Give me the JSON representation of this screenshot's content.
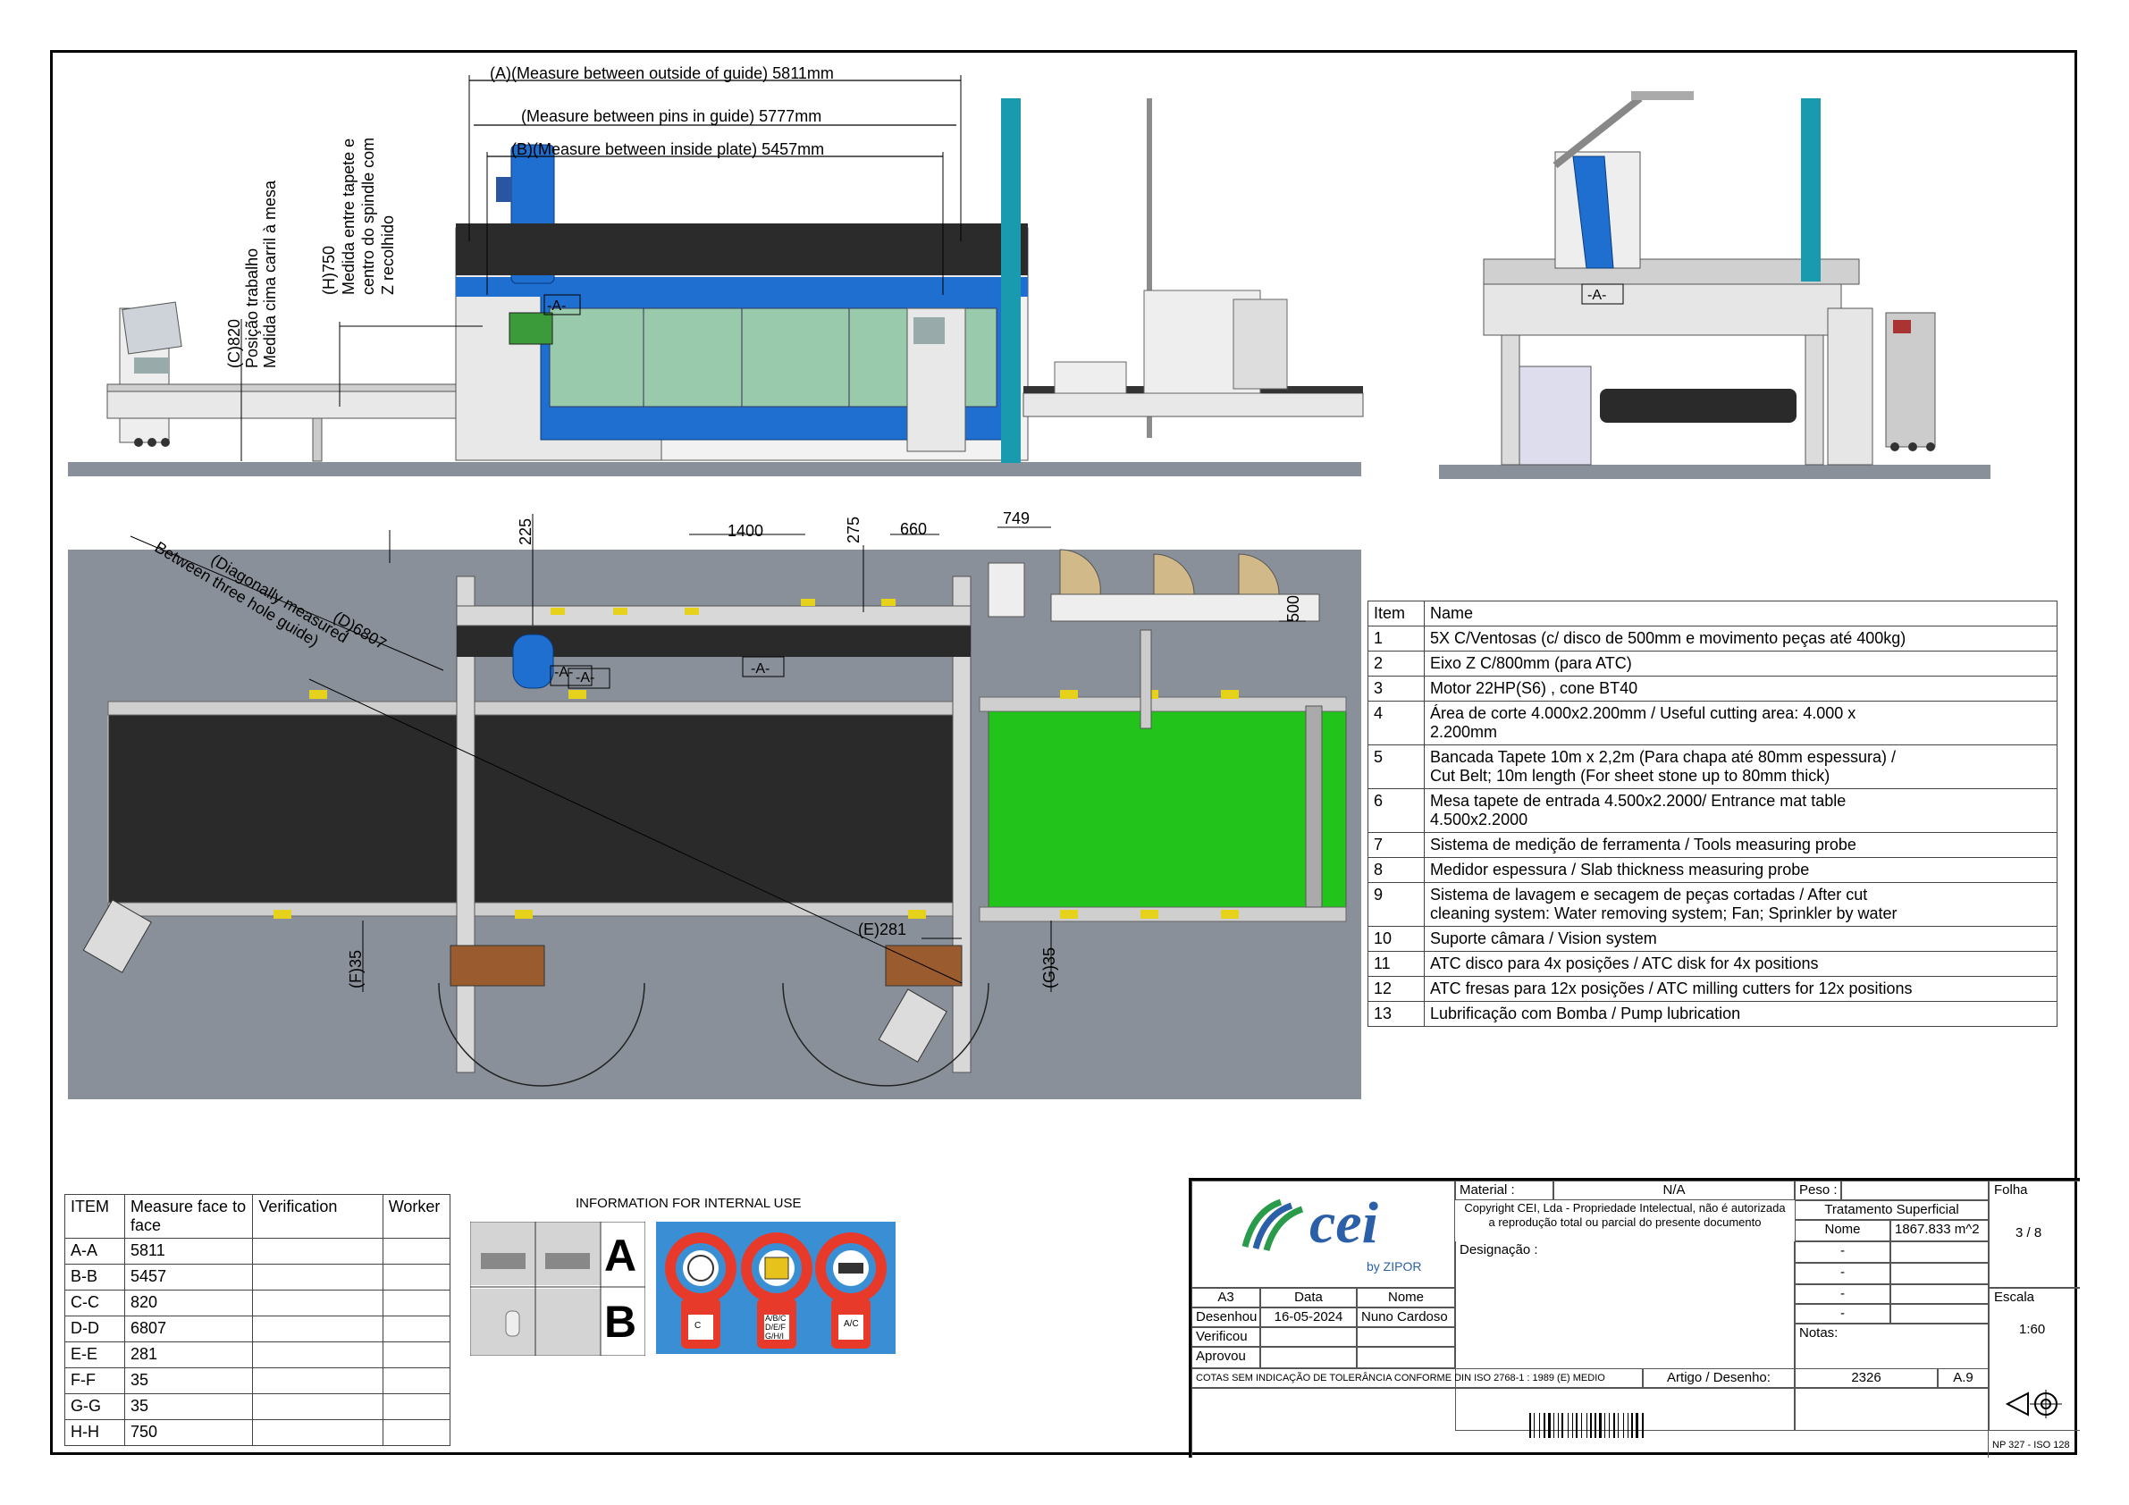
{
  "dimensions": {
    "a_outside_guide": "(A)(Measure between outside of guide) 5811mm",
    "pins_in_guide": "(Measure between pins in guide) 5777mm",
    "b_inside_plate": "(B)(Measure between inside plate) 5457mm",
    "c_820": "(C)820",
    "c_label1": "Posição trabalho",
    "c_label2": "Medida cima carril à mesa",
    "h_750": "(H)750",
    "h_label1": "Medida entre tapete e",
    "h_label2": "centro do spindle com",
    "h_label3": "Z recolhido",
    "d_label1": "(Diagonally measured",
    "d_label2": "Between three hole guide)",
    "d_6807": "(D)6807",
    "e_281": "(E)281",
    "f_35": "(F)35",
    "g_35": "(G)35",
    "v225": "225",
    "v1400": "1400",
    "v275": "275",
    "v660": "660",
    "v749": "749",
    "v500": "500",
    "marker": "-A-"
  },
  "parts_table": {
    "headers": [
      "Item",
      "Name"
    ],
    "rows": [
      {
        "item": "1",
        "name": "5X C/Ventosas (c/ disco de 500mm e movimento peças até 400kg)"
      },
      {
        "item": "2",
        "name": "Eixo Z  C/800mm (para ATC)"
      },
      {
        "item": "3",
        "name": "Motor 22HP(S6) , cone BT40"
      },
      {
        "item": "4",
        "name": "Área de corte 4.000x2.200mm / Useful cutting area: 4.000 x 2.200mm"
      },
      {
        "item": "5",
        "name": "Bancada Tapete 10m x 2,2m (Para chapa até 80mm espessura)  / Cut Belt; 10m length (For sheet stone up to 80mm thick)"
      },
      {
        "item": "6",
        "name": "Mesa tapete de entrada 4.500x2.2000/ Entrance mat table 4.500x2.2000"
      },
      {
        "item": "7",
        "name": "Sistema de medição de ferramenta / Tools measuring probe"
      },
      {
        "item": "8",
        "name": "Medidor espessura / Slab thickness measuring probe"
      },
      {
        "item": "9",
        "name": "Sistema de lavagem e secagem de peças cortadas / After cut cleaning system: Water removing system; Fan; Sprinkler by water"
      },
      {
        "item": "10",
        "name": "Suporte câmara / Vision system"
      },
      {
        "item": "11",
        "name": "ATC disco para 4x posições /  ATC disk for 4x positions"
      },
      {
        "item": "12",
        "name": "ATC fresas para 12x posições /  ATC milling cutters for 12x positions"
      },
      {
        "item": "13",
        "name": "Lubrificação com Bomba / Pump lubrication"
      }
    ]
  },
  "verification_table": {
    "headers": [
      "ITEM",
      "Measure face to face",
      "Verification",
      "Worker"
    ],
    "rows": [
      {
        "item": "A-A",
        "measure": "5811"
      },
      {
        "item": "B-B",
        "measure": "5457"
      },
      {
        "item": "C-C",
        "measure": "820"
      },
      {
        "item": "D-D",
        "measure": "6807"
      },
      {
        "item": "E-E",
        "measure": "281"
      },
      {
        "item": "F-F",
        "measure": "35"
      },
      {
        "item": "G-G",
        "measure": "35"
      },
      {
        "item": "H-H",
        "measure": "750"
      }
    ]
  },
  "internal_use": {
    "title": "INFORMATION FOR INTERNAL USE",
    "letter_a": "A",
    "letter_b": "B",
    "tool1": "C",
    "tool2": "A/B/C D/E/F G/H/I",
    "tool3": "A/C"
  },
  "title_block": {
    "logo_text": "cei",
    "logo_by": "by ZIPOR",
    "material_label": "Material :",
    "material_value": "N/A",
    "peso_label": "Peso :",
    "folha_label": "Folha",
    "folha_value": "3 / 8",
    "copyright_line1": "Copyright CEI, Lda - Propriedade Intelectual, não é autorizada",
    "copyright_line2": "a reprodução total ou parcial do presente documento",
    "tratamento": "Tratamento Superficial",
    "nome_label": "Nome",
    "area_value": "1867.833 m^2",
    "dash": "-",
    "designacao_label": "Designação :",
    "format": "A3",
    "data_label": "Data",
    "nome_col_label": "Nome",
    "desenhou_label": "Desenhou",
    "desenhou_date": "16-05-2024",
    "desenhou_name": "Nuno Cardoso",
    "verificou_label": "Verificou",
    "aprovou_label": "Aprovou",
    "escala_label": "Escala",
    "escala_value": "1:60",
    "notas_label": "Notas:",
    "tolerance_note": "COTAS SEM INDICAÇÃO DE TOLERÂNCIA CONFORME DIN ISO 2768-1 : 1989 (E) MEDIO",
    "artigo_label": "Artigo / Desenho:",
    "artigo_value": "2326",
    "revision": "A.9",
    "standard": "NP 327 - ISO 128"
  },
  "colors": {
    "machine_blue": "#1f6fd1",
    "belt_green": "#22c41c",
    "floor_gray": "#8a9099",
    "teal_column": "#1a9aae",
    "belt_dark": "#2a2a2a",
    "brown_pad": "#9a5b2e",
    "tool_red": "#e83a2a",
    "tool_bg": "#3a8fd4"
  }
}
